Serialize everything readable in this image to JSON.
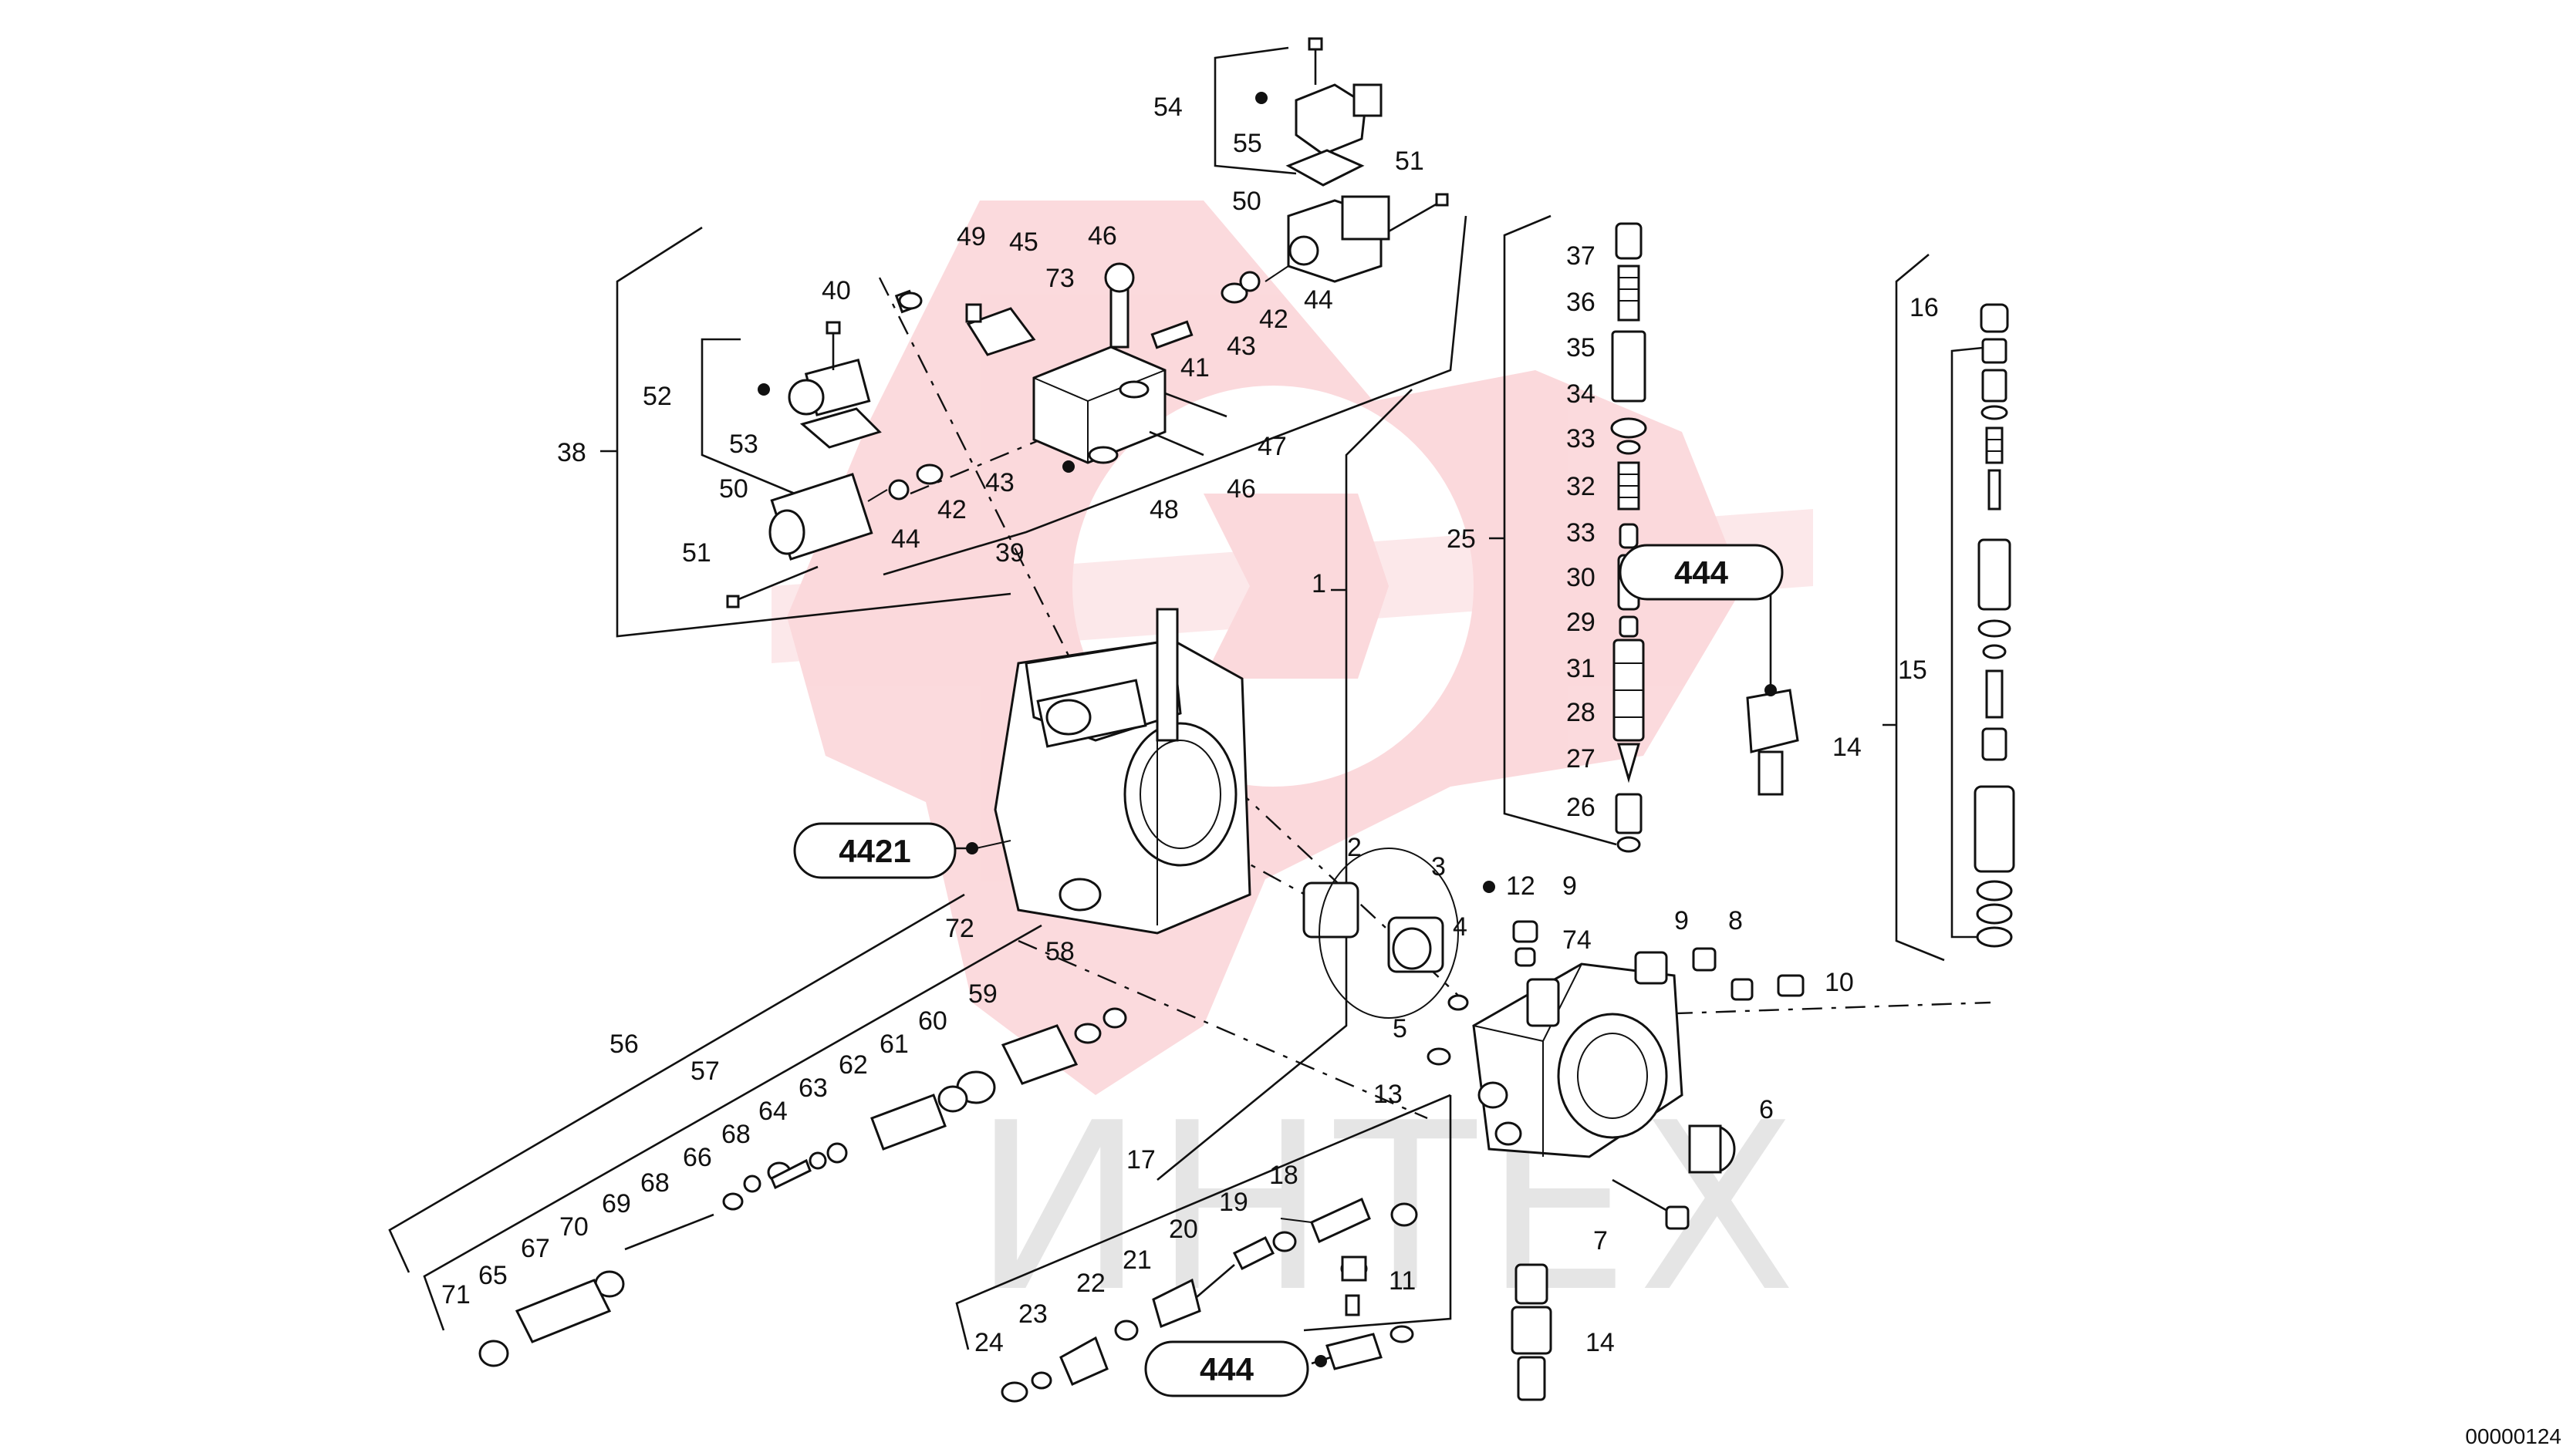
{
  "diagram": {
    "doc_id": "00000124",
    "watermark": {
      "text": "ИНТЕХ",
      "color": "#e8192c"
    },
    "callouts": [
      "4421",
      "444",
      "444"
    ],
    "labels": [
      "1",
      "2",
      "3",
      "4",
      "5",
      "6",
      "7",
      "8",
      "9",
      "9",
      "10",
      "11",
      "12",
      "13",
      "14",
      "14",
      "15",
      "16",
      "17",
      "18",
      "19",
      "20",
      "21",
      "22",
      "23",
      "24",
      "25",
      "26",
      "27",
      "28",
      "29",
      "30",
      "31",
      "32",
      "33",
      "33",
      "34",
      "35",
      "36",
      "37",
      "38",
      "39",
      "40",
      "41",
      "42",
      "42",
      "43",
      "43",
      "44",
      "44",
      "45",
      "46",
      "46",
      "47",
      "48",
      "49",
      "50",
      "50",
      "51",
      "51",
      "52",
      "53",
      "54",
      "55",
      "56",
      "57",
      "58",
      "59",
      "60",
      "61",
      "62",
      "63",
      "64",
      "65",
      "66",
      "67",
      "68",
      "68",
      "69",
      "70",
      "71",
      "72",
      "73",
      "74"
    ]
  }
}
